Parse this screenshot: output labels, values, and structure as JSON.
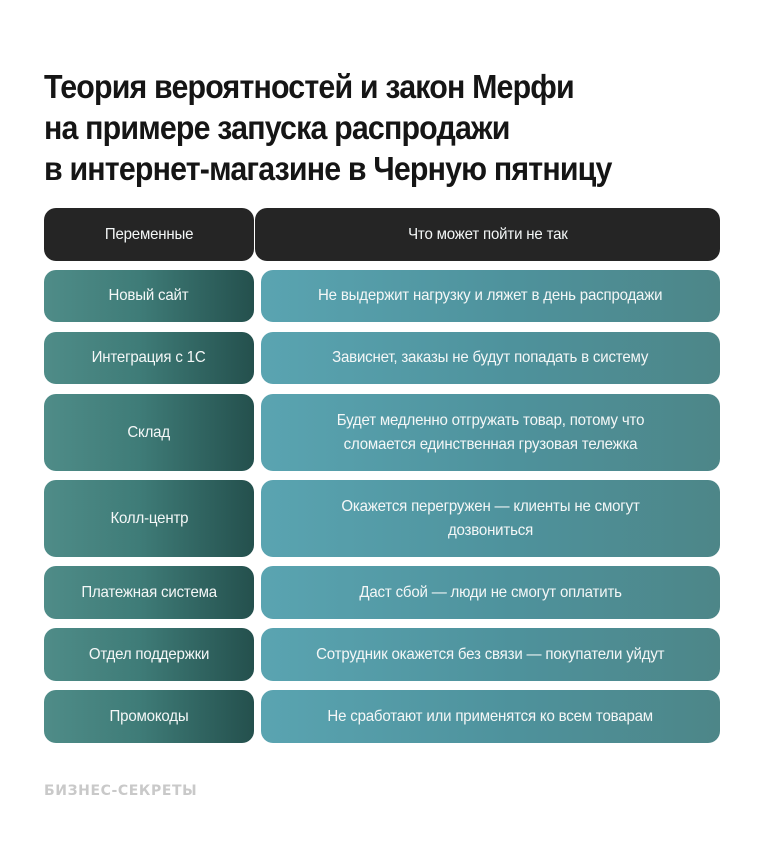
{
  "title": {
    "lines": [
      "Теория вероятностей и закон Мерфи",
      "на примере запуска распродажи",
      "в интернет-магазине в Черную пятницу"
    ]
  },
  "table": {
    "headers": [
      "Переменные",
      "Что может пойти не так"
    ],
    "rows": [
      {
        "variable": "Новый сайт",
        "risk": "Не выдержит нагрузку и ляжет в день распродажи"
      },
      {
        "variable": "Интеграция с 1С",
        "risk": "Зависнет, заказы не будут попадать в систему"
      },
      {
        "variable": "Склад",
        "risk": "Будет медленно отгружать товар, потому что сломается единственная грузовая тележка"
      },
      {
        "variable": "Колл-центр",
        "risk": "Окажется перегружен — клиенты не смогут дозвониться"
      },
      {
        "variable": "Платежная система",
        "risk": "Даст сбой — люди не смогут оплатить"
      },
      {
        "variable": "Отдел поддержки",
        "risk": "Сотрудник окажется без связи — покупатели уйдут"
      },
      {
        "variable": "Промокоды",
        "risk": "Не сработают или применятся ко всем товарам"
      }
    ]
  },
  "colors": {
    "header_bg": "#252525",
    "left_cell": "#3f7c78",
    "right_cell": "#5aa4b1",
    "title": "#151515",
    "footer": "#c9c9c9"
  },
  "footer": {
    "brand": "БИЗНЕС-СЕКРЕТЫ"
  }
}
